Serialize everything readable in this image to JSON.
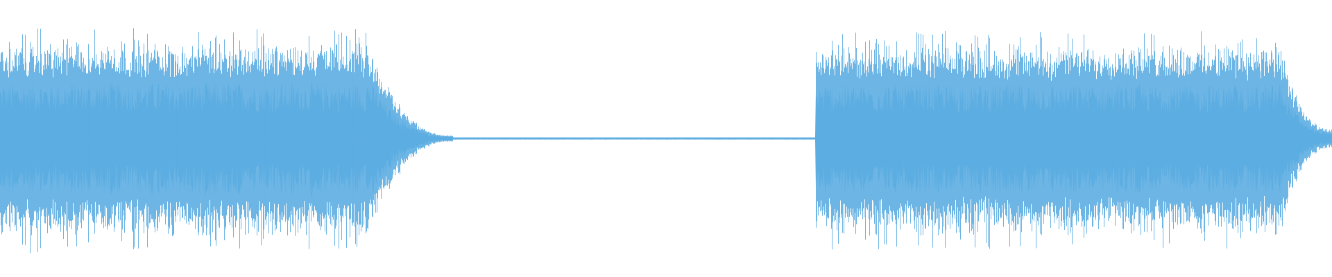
{
  "waveform": {
    "color": "#5DADE2",
    "background": "#FFFFFF",
    "duration_fraction_segments": [
      {
        "label": "",
        "kind": "signal",
        "start": 0.0,
        "end": 0.276,
        "level": 0.33
      },
      {
        "label": "",
        "kind": "decay",
        "start": 0.276,
        "end": 0.34,
        "level_from": 0.33,
        "level_to": 0.01
      },
      {
        "label": "",
        "kind": "silence",
        "start": 0.34,
        "end": 0.612,
        "level": 0.006
      },
      {
        "label": "",
        "kind": "signal",
        "start": 0.612,
        "end": 0.96,
        "level": 0.32
      },
      {
        "label": "",
        "kind": "decay",
        "start": 0.96,
        "end": 1.0,
        "level_from": 0.32,
        "level_to": 0.03
      }
    ]
  }
}
